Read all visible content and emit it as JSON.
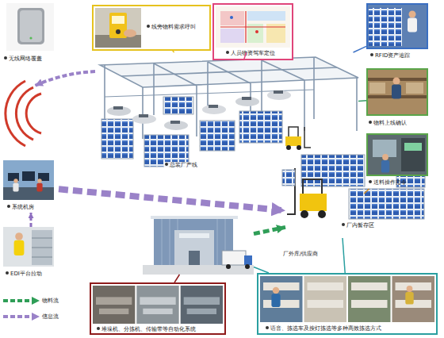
{
  "diagram": {
    "nodes": [
      {
        "text": [
          "无线网络覆盖"
        ]
      },
      {
        "text": [
          "线旁物料需求呼叫"
        ]
      },
      {
        "text": [
          "人员物资驾车定位"
        ]
      },
      {
        "text": [
          "RFID资产追踪"
        ]
      },
      {
        "text": [
          "总装厂产线"
        ]
      },
      {
        "text": [
          "物料上线确认"
        ]
      },
      {
        "text": [
          "送料操作指令"
        ]
      },
      {
        "text": [
          "系统机房"
        ]
      },
      {
        "text": [
          "厂内暂存区"
        ]
      },
      {
        "text": [
          "EDI平台拉动"
        ]
      },
      {
        "text": [
          "厂外库/供应商"
        ]
      },
      {
        "text": [
          "堆垛机、分拣机、传输带等自动化系统"
        ]
      },
      {
        "text": [
          "语音、拣选车及按灯拣选等多种高效拣选方式"
        ]
      }
    ],
    "edges": [
      {
        "from": 9,
        "to": 7,
        "arrow": "to"
      },
      {
        "from": 7,
        "to": 8,
        "arrow": "to"
      },
      {
        "from": 10,
        "to": 8,
        "arrow": "to"
      },
      {
        "from": 1,
        "to": 4,
        "arrow": "none"
      },
      {
        "from": 2,
        "to": 4,
        "arrow": "none"
      },
      {
        "from": 3,
        "to": 4,
        "arrow": "none"
      },
      {
        "from": 5,
        "to": 4,
        "arrow": "none"
      },
      {
        "from": 6,
        "to": 8,
        "arrow": "none"
      },
      {
        "from": 11,
        "to": 10,
        "arrow": "none"
      },
      {
        "from": 12,
        "to": 10,
        "arrow": "none"
      },
      {
        "from": 12,
        "to": 8,
        "arrow": "none"
      }
    ],
    "legend": [
      {
        "text": "物料流"
      },
      {
        "text": "信息流"
      }
    ]
  }
}
